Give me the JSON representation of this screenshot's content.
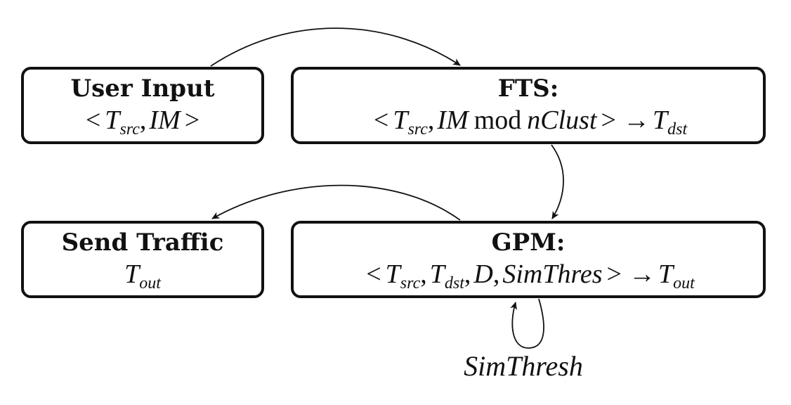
{
  "nodes": {
    "user_input": {
      "title": "User Input",
      "formula": {
        "open": "<",
        "t": "T",
        "t_sub": "src",
        "im": "IM",
        "close": ">"
      }
    },
    "fts": {
      "title": "FTS:",
      "formula": {
        "open": "<",
        "t": "T",
        "t_sub": "src",
        "im": "IM",
        "mod": "mod",
        "nclust": "nClust",
        "close": ">",
        "arrow": "→",
        "out": "T",
        "out_sub": "dst"
      }
    },
    "send_traffic": {
      "title": "Send Traffic",
      "formula": {
        "t": "T",
        "t_sub": "out"
      }
    },
    "gpm": {
      "title": "GPM:",
      "formula": {
        "open": "<",
        "t1": "T",
        "t1_sub": "src",
        "t2": "T",
        "t2_sub": "dst",
        "d": "D",
        "sim": "SimThres",
        "close": ">",
        "arrow": "→",
        "out": "T",
        "out_sub": "out"
      }
    }
  },
  "self_loop_label": "SimThresh",
  "edges": [
    {
      "from": "user_input",
      "to": "fts"
    },
    {
      "from": "fts",
      "to": "gpm"
    },
    {
      "from": "gpm",
      "to": "send_traffic"
    },
    {
      "from": "gpm",
      "to": "gpm",
      "label": "SimThresh"
    }
  ],
  "colors": {
    "stroke": "#111111",
    "background": "#ffffff"
  }
}
